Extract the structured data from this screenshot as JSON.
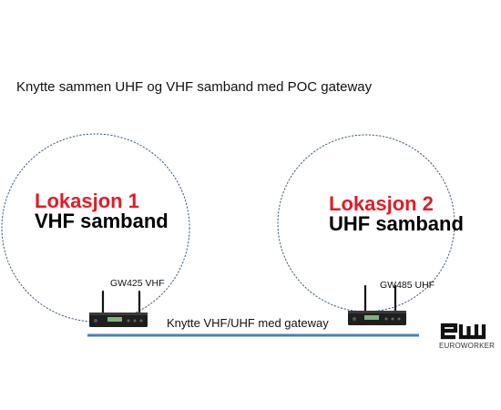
{
  "title": "Knytte sammen UHF og  VHF samband med  POC gateway",
  "locations": [
    {
      "name": "Lokasjon 1",
      "band": "VHF samband",
      "device": "GW425 VHF"
    },
    {
      "name": "Lokasjon 2",
      "band": "UHF samband",
      "device": "GW485 UHF"
    }
  ],
  "link_label": "Knytte VHF/UHF med gateway",
  "brand": {
    "text": "EUROWORKER",
    "logo": "ew-logo"
  },
  "colors": {
    "circle": "#3d5a7a",
    "link_line": "#4a7fb5",
    "location_name": "#e51b24",
    "device_body": "#1f1f1f",
    "device_screen": "#7fb07f"
  }
}
